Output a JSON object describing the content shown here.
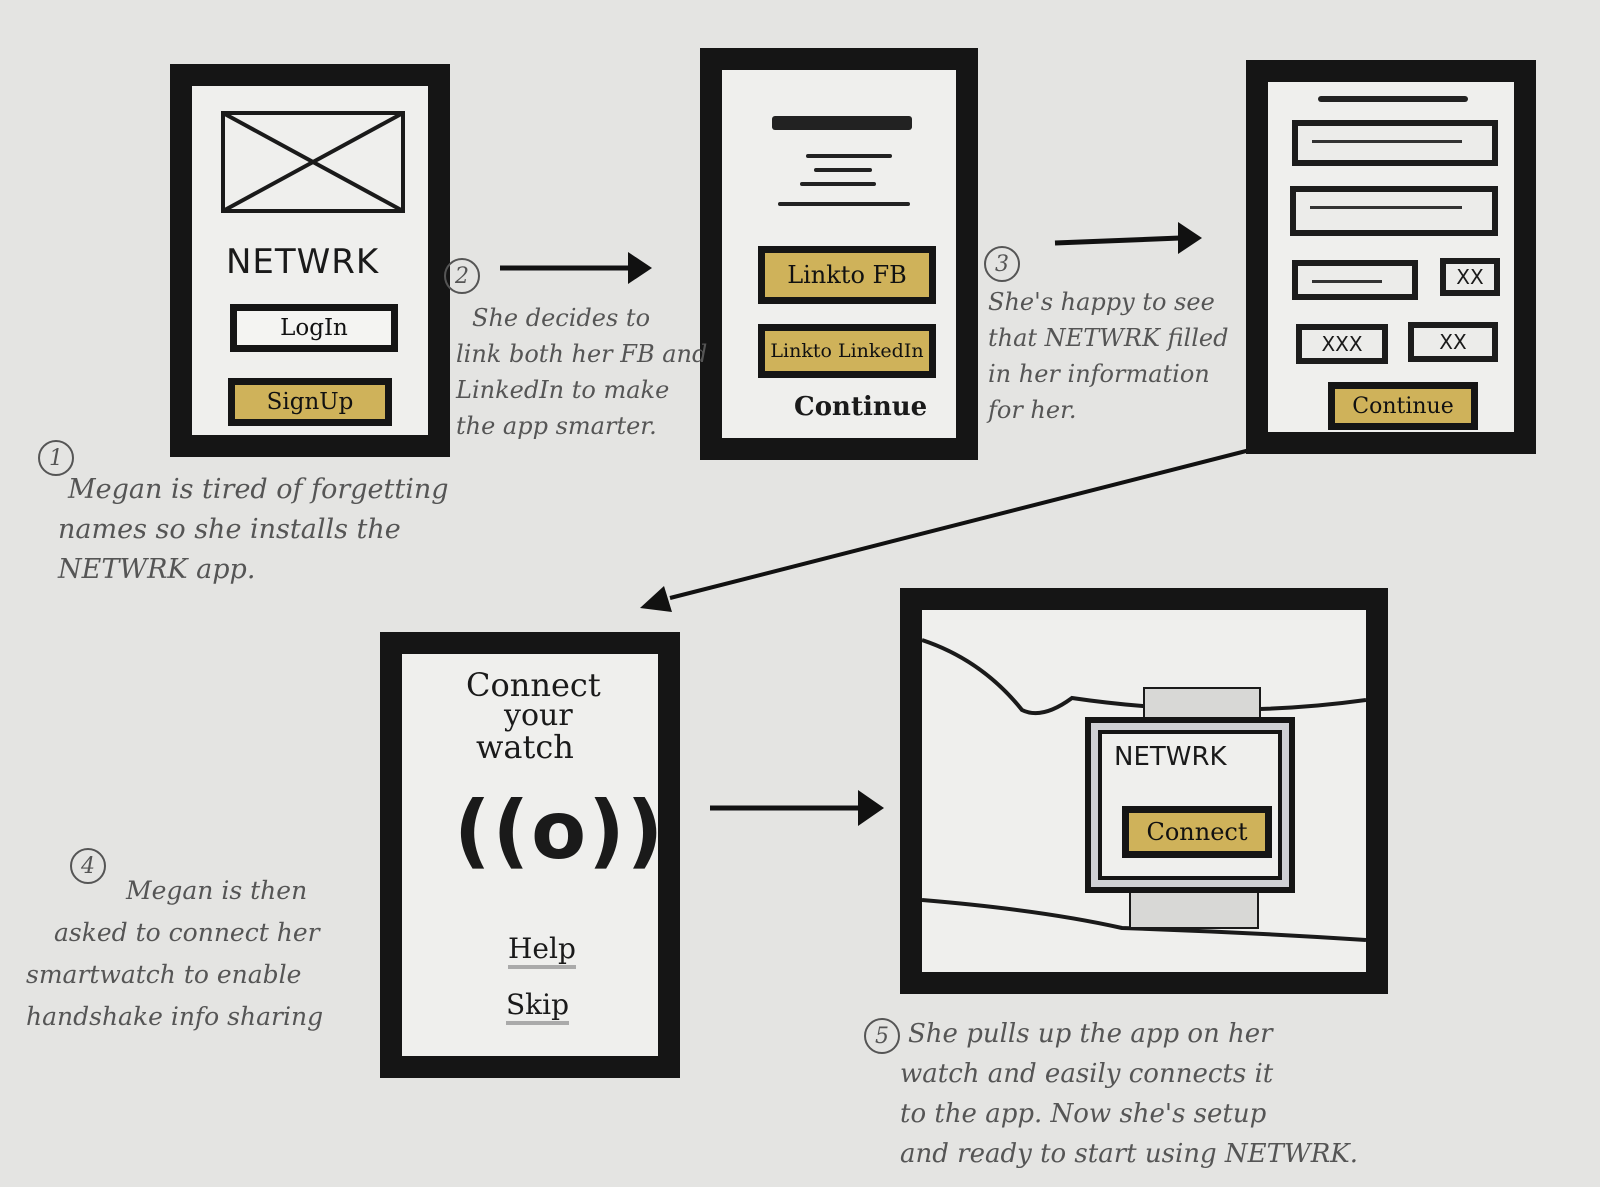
{
  "screen1": {
    "app_name": "NETWRK",
    "login_button": "LogIn",
    "signup_button": "SignUp"
  },
  "screen2": {
    "link_fb_button": "Linkto FB",
    "link_linkedin_button": "Linkto LinkedIn",
    "continue_link": "Continue"
  },
  "screen3": {
    "field_small_1": "XX",
    "field_small_2": "XXX",
    "field_small_3": "XX",
    "continue_button": "Continue"
  },
  "screen4": {
    "title_line1": "Connect",
    "title_line2": "your",
    "title_line3": "watch",
    "signal_icon": "((o))",
    "help_link": "Help",
    "skip_link": "Skip"
  },
  "screen5": {
    "watch_app_name": "NETWRK",
    "connect_button": "Connect"
  },
  "notes": {
    "n1_number": "1",
    "n1_lines": [
      "Megan is tired of forgetting",
      "names so she installs the",
      "NETWRK app."
    ],
    "n2_number": "2",
    "n2_lines": [
      "She decides to",
      "link both her FB and",
      "LinkedIn to make",
      "the app smarter."
    ],
    "n3_number": "3",
    "n3_lines": [
      "She's happy to see",
      "that NETWRK filled",
      "in her information",
      "for her."
    ],
    "n4_number": "4",
    "n4_lines": [
      "Megan is then",
      "asked to connect her",
      "smartwatch to enable",
      "handshake info sharing"
    ],
    "n5_number": "5",
    "n5_lines": [
      "She pulls up the app on her",
      "watch and easily connects it",
      "to the app. Now she's setup",
      "and ready to start using NETWRK."
    ]
  },
  "colors": {
    "button_gold": "#cfb25a",
    "ink": "#151515",
    "paper": "#e4e4e2",
    "pencil": "#555555"
  }
}
